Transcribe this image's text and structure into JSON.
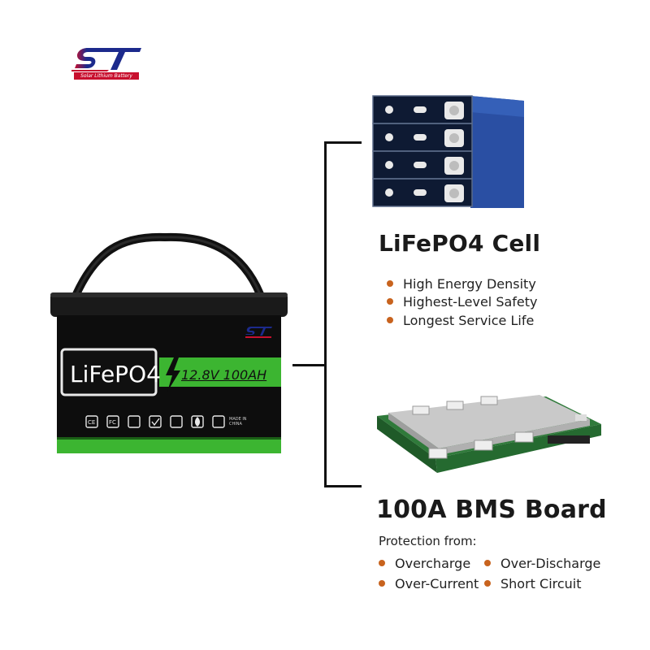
{
  "logo": {
    "mark": "ST",
    "tagline": "Solar Lithium Battery"
  },
  "battery": {
    "label": "LiFePO4",
    "rating": "12.8V 100AH",
    "made_in": "MADE IN CHINA",
    "cert_icons": [
      "ce-icon",
      "fc-icon",
      "rohs-icon",
      "check-icon",
      "recycle-icon",
      "flame-icon",
      "bin-icon"
    ]
  },
  "cell_section": {
    "title": "LiFePO4 Cell",
    "features": [
      "High Energy Density",
      "Highest-Level Safety",
      "Longest Service Life"
    ]
  },
  "bms_section": {
    "title": "100A BMS Board",
    "protection_label": "Protection from:",
    "protections": [
      "Overcharge",
      "Over-Discharge",
      "Over-Current",
      "Short Circuit"
    ]
  },
  "colors": {
    "logo_blue": "#1c2a8c",
    "logo_red": "#c8102e",
    "battery_green": "#3cb531",
    "battery_body": "#0d0d0d",
    "bullet": "#c8631e",
    "cell_blue": "#274a9a",
    "pcb_green": "#2f7a3a"
  }
}
